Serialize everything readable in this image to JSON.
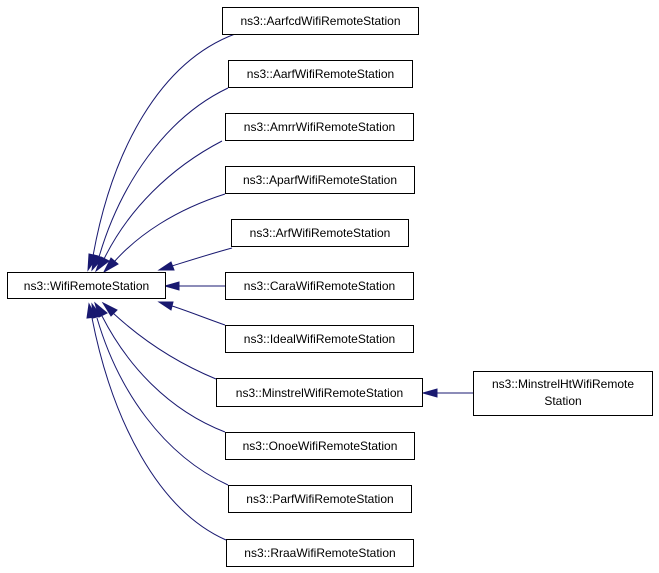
{
  "diagram": {
    "base": {
      "label": "ns3::WifiRemoteStation"
    },
    "children": [
      {
        "label": "ns3::AarfcdWifiRemoteStation"
      },
      {
        "label": "ns3::AarfWifiRemoteStation"
      },
      {
        "label": "ns3::AmrrWifiRemoteStation"
      },
      {
        "label": "ns3::AparfWifiRemoteStation"
      },
      {
        "label": "ns3::ArfWifiRemoteStation"
      },
      {
        "label": "ns3::CaraWifiRemoteStation"
      },
      {
        "label": "ns3::IdealWifiRemoteStation"
      },
      {
        "label": "ns3::MinstrelWifiRemoteStation"
      },
      {
        "label": "ns3::OnoeWifiRemoteStation"
      },
      {
        "label": "ns3::ParfWifiRemoteStation"
      },
      {
        "label": "ns3::RraaWifiRemoteStation"
      }
    ],
    "grandchild": {
      "label_line1": "ns3::MinstrelHtWifiRemote",
      "label_line2": "Station"
    },
    "colors": {
      "edge": "#191970",
      "node_border": "#000000",
      "node_fill": "#ffffff"
    }
  }
}
